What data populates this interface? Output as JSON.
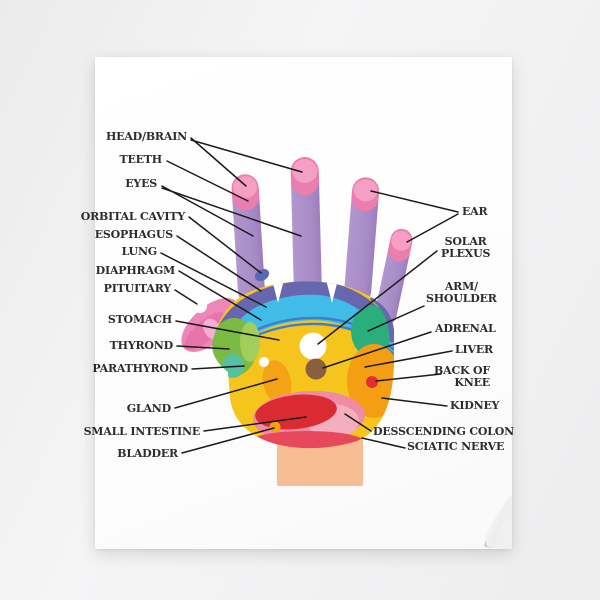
{
  "poster": {
    "type": "reflexology-hand-chart-poster",
    "background_color": "#f1f1f2",
    "paper_color": "#ffffff",
    "line_color": "#1b1b1b",
    "text_color": "#2c2c2c"
  },
  "labels": {
    "left": [
      {
        "text": "HEAD/BRAIN"
      },
      {
        "text": "TEETH"
      },
      {
        "text": "EYES"
      },
      {
        "text": "ORBITAL CAVITY"
      },
      {
        "text": "ESOPHAGUS"
      },
      {
        "text": "LUNG"
      },
      {
        "text": "DIAPHRAGM"
      },
      {
        "text": "PITUITARY"
      },
      {
        "text": "STOMACH"
      },
      {
        "text": "THYROND"
      },
      {
        "text": "PARATHYROND"
      },
      {
        "text": "GLAND"
      },
      {
        "text": "SMALL INTESTINE"
      },
      {
        "text": "BLADDER"
      }
    ],
    "right": [
      {
        "text": "EAR"
      },
      {
        "text": "SOLAR\nPLEXUS"
      },
      {
        "text": "ARM/\nSHOULDER"
      },
      {
        "text": "ADRENAL"
      },
      {
        "text": "LIVER"
      },
      {
        "text": "BACK OF\nKNEE"
      },
      {
        "text": "KIDNEY"
      },
      {
        "text": "DESSCENDING COLON"
      },
      {
        "text": "SCIATIC NERVE"
      }
    ]
  },
  "hand_zone_colors": {
    "finger": "#A78BC6",
    "fingertip": "#EA7FAF",
    "fingertip_highlight": "#F49FC3",
    "thumb": "#EE86B8",
    "thumb_nail": "#FFFFFF",
    "knuckle_band": "#6766AE",
    "lung_band": "#41BCE9",
    "band_lines": "#3E7FC9",
    "palm": "#F6C51D",
    "arm_shoulder_zone": "#2BAE7C",
    "thyroid_zone": "#7CBB41",
    "thyroid_zone_light": "#A3CE5B",
    "teal_spot": "#57C0A0",
    "liver_zone": "#F59D13",
    "stomach_gland_blob": "#F4A317",
    "solar_plexus_spot": "#FFFFFF",
    "adrenal_spot": "#8A5F3F",
    "kidney_blob": "#D92B31",
    "colon_ring": "#EF8BA3",
    "colon_ring_light": "#F4AEBF",
    "sciatic_band": "#E8485C",
    "back_of_knee_spot": "#DE3030",
    "bladder_spot": "#F5A213",
    "orbital_cavity_spot": "#5A68B4",
    "wrist": "#F8BE93"
  }
}
